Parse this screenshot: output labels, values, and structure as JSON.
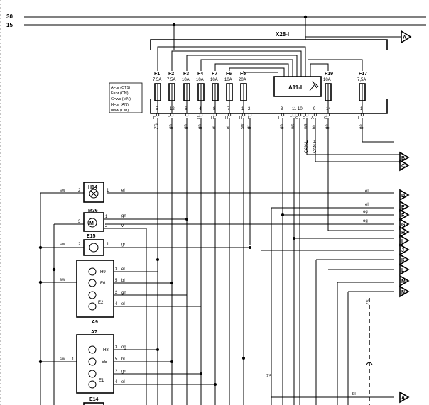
{
  "rails": {
    "r30": "30",
    "r15": "15"
  },
  "fusebox": {
    "title": "X28-I",
    "relay": "A11-I",
    "legend": [
      "A=gr (CT1)",
      "F=br (CN)",
      "G=ws (MN)",
      "H=br (AN)",
      "I=sw (CM)"
    ],
    "fuses": [
      {
        "name": "F1",
        "rating": "7,5A"
      },
      {
        "name": "F2",
        "rating": "7,5A"
      },
      {
        "name": "F3",
        "rating": "10A"
      },
      {
        "name": "F4",
        "rating": "10A"
      },
      {
        "name": "F7",
        "rating": "10A"
      },
      {
        "name": "F6",
        "rating": "10A"
      },
      {
        "name": "F5",
        "rating": "20A"
      },
      {
        "name": "F19",
        "rating": "10A"
      },
      {
        "name": "F17",
        "rating": "7,5A"
      }
    ],
    "pins": [
      "5",
      "12",
      "6",
      "4",
      "8",
      "7",
      "1",
      "2",
      "3",
      "11",
      "10",
      "9",
      "14",
      "1"
    ],
    "conn": [
      "F",
      "F",
      "H",
      "G",
      "H",
      "H",
      "H",
      "H",
      "H",
      "F",
      "G",
      "G",
      "A",
      "G",
      "I"
    ],
    "wire_colors": [
      "ZS",
      "gn",
      "gn",
      "gn",
      "el",
      "el",
      "sw",
      "gr",
      "gn",
      "ws",
      "ws",
      "bk",
      "ge",
      "ge"
    ],
    "can": [
      "CAN-L",
      "CAN-H"
    ]
  },
  "components": {
    "h14": {
      "name": "H14",
      "wire_in": "sw",
      "pin_in": "2",
      "pin_out": "1",
      "wire_out": "el"
    },
    "m36": {
      "name": "M36",
      "pin_a": "3",
      "pin_b": "1",
      "pin_c": "2",
      "wire_b": "gn",
      "wire_c": "vi"
    },
    "e15": {
      "name": "E15",
      "wire_in": "sw",
      "pin_in": "2",
      "pin_out": "1",
      "wire_out": "gr"
    },
    "a9": {
      "name": "A9",
      "wire_in": "sw",
      "parts": [
        "H9",
        "E6",
        "",
        "E2"
      ],
      "pins": [
        "3",
        "5",
        "2",
        "4"
      ],
      "wires": [
        "el",
        "bl",
        "gn",
        "el"
      ]
    },
    "a7": {
      "name": "A7",
      "wire_in": "sw",
      "pin_in": "1",
      "parts": [
        "H8",
        "E5",
        "",
        "E1"
      ],
      "pins": [
        "3",
        "5",
        "2",
        "4"
      ],
      "wires": [
        "og",
        "bl",
        "gn",
        "el"
      ]
    },
    "e14": {
      "name": "E14"
    }
  },
  "connectors": [
    "A",
    "B",
    "C",
    "D",
    "E",
    "F",
    "G",
    "H",
    "I",
    "J",
    "K",
    "L",
    "M",
    "N",
    "A"
  ],
  "right_wires": {
    "d": "el",
    "e": "el",
    "f": "og",
    "g": "og",
    "n_zs": "ZS",
    "bottom": "bl",
    "mid_zs": "ZS"
  }
}
